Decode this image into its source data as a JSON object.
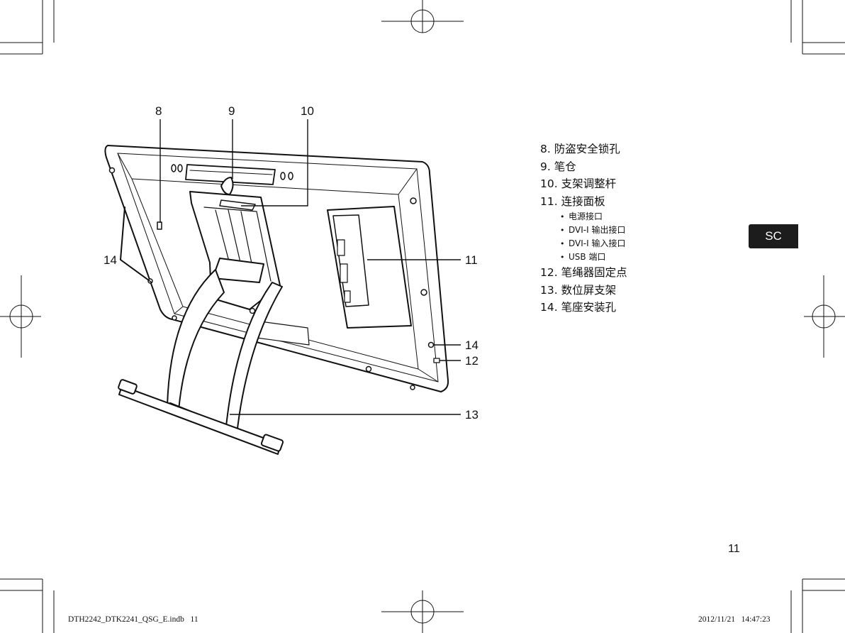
{
  "print_slug": {
    "file": "DTH2242_DTK2241_QSG_E.indb   11",
    "timestamp": "2012/11/21   14:47:23"
  },
  "callouts": [
    {
      "key": "c8",
      "label": "8"
    },
    {
      "key": "c9",
      "label": "9"
    },
    {
      "key": "c10",
      "label": "10"
    },
    {
      "key": "c14a",
      "label": "14"
    },
    {
      "key": "c11",
      "label": "11"
    },
    {
      "key": "c14b",
      "label": "14"
    },
    {
      "key": "c12",
      "label": "12"
    },
    {
      "key": "c13",
      "label": "13"
    }
  ],
  "legend": [
    {
      "text": "8. 防盗安全锁孔"
    },
    {
      "text": "9. 笔仓"
    },
    {
      "text": "10. 支架调整杆"
    },
    {
      "text": "11. 连接面板",
      "sub": [
        "电源接口",
        "DVI-I 输出接口",
        "DVI-I 输入接口",
        "USB 端口"
      ]
    },
    {
      "text": "12. 笔绳器固定点"
    },
    {
      "text": "13. 数位屏支架"
    },
    {
      "text": "14. 笔座安装孔"
    }
  ],
  "bullet_glyph": "•",
  "language_tab": "SC",
  "page_number": "11",
  "colors": {
    "tab_background": "#1c1c1c",
    "tab_text": "#ffffff",
    "line": "#111111"
  }
}
